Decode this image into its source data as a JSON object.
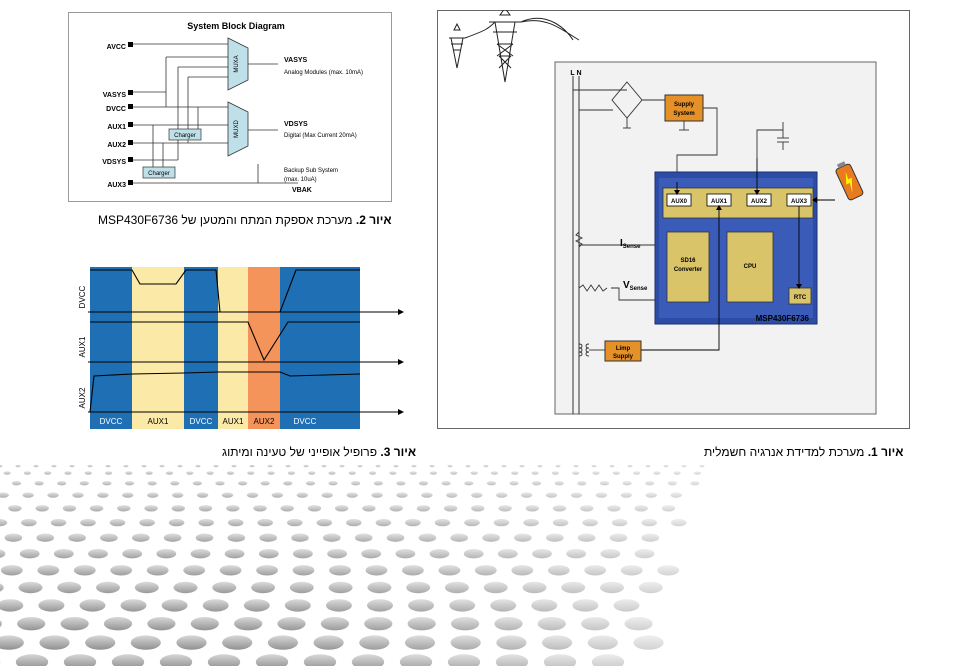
{
  "fig1": {
    "caption_num": "איור 1.",
    "caption_text": "מערכת למדידת אנרגיה חשמלית",
    "ln_label": "L N",
    "supply_system": [
      "Supply",
      "System"
    ],
    "aux_pins": [
      "AUX0",
      "AUX1",
      "AUX2",
      "AUX3"
    ],
    "isense_main": "I",
    "isense_sub": "Sense",
    "vsense_main": "V",
    "vsense_sub": "Sense",
    "sd16": [
      "SD16",
      "Converter"
    ],
    "cpu": "CPU",
    "rtc": "RTC",
    "chip_name": "MSP430F6736",
    "limp_supply": [
      "Limp",
      "Supply"
    ]
  },
  "fig2": {
    "title": "System Block Diagram",
    "caption_num": "איור 2.",
    "caption_text": "מערכת אספקת המתח והמטען של MSP430F6736",
    "pins": [
      "AVCC",
      "VASYS",
      "DVCC",
      "AUX1",
      "AUX2",
      "VDSYS",
      "AUX3"
    ],
    "muxa": "MUXA",
    "muxd": "MUXD",
    "charger1": "Charger",
    "charger2": "Charger",
    "vasys_out": "VASYS",
    "vasys_desc": "Analog Modules (max. 10mA)",
    "vdsys_out": "VDSYS",
    "vdsys_desc": "Digital (Max Current 20mA)",
    "backup_desc1": "Backup Sub System",
    "backup_desc2": "(max. 10uA)",
    "vbak": "VBAK"
  },
  "fig3": {
    "caption_num": "איור 3.",
    "caption_text": "פרופיל אופייני של טעינה ומיתוג",
    "row_labels": [
      "DVCC",
      "AUX1",
      "AUX2"
    ],
    "segments": [
      "DVCC",
      "AUX1",
      "DVCC",
      "AUX1",
      "AUX2",
      "DVCC"
    ],
    "colors": {
      "dvcc": "#1f6fb4",
      "aux1": "#fbe9a8",
      "aux2": "#f4935a"
    }
  }
}
